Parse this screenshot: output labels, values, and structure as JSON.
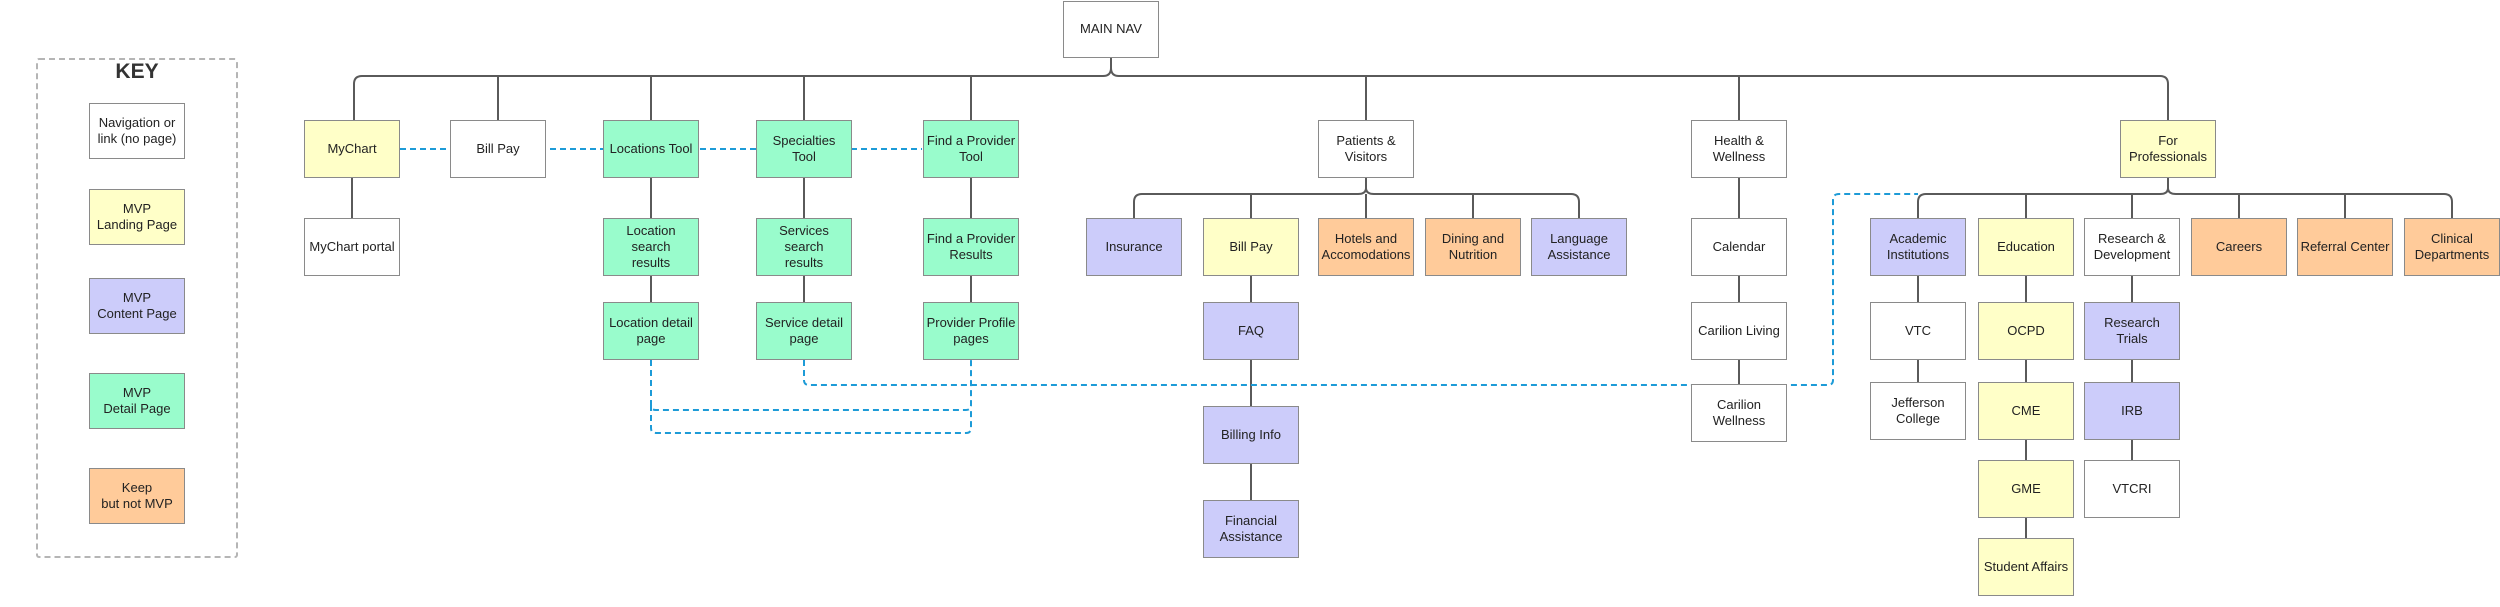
{
  "key": {
    "title": "KEY",
    "items": [
      {
        "label": "Navigation or\nlink (no page)",
        "type": "nav"
      },
      {
        "label": "MVP\nLanding Page",
        "type": "land"
      },
      {
        "label": "MVP\nContent Page",
        "type": "cont"
      },
      {
        "label": "MVP\nDetail Page",
        "type": "det"
      },
      {
        "label": "Keep\nbut not MVP",
        "type": "keep"
      }
    ]
  },
  "colors": {
    "nav": "#ffffff",
    "land": "#ffffc8",
    "cont": "#ccccfa",
    "det": "#99fccc",
    "keep": "#ffcb9a",
    "line": "#5a5a5a",
    "dashed": "#1d9bd7"
  },
  "nodes": {
    "main_nav": "MAIN NAV",
    "mychart": "MyChart",
    "mychart_portal": "MyChart portal",
    "bill_pay": "Bill Pay",
    "locations_tool": "Locations Tool",
    "location_search_results": "Location search\nresults",
    "location_detail_page": "Location detail\npage",
    "specialties_tool": "Specialties Tool",
    "services_search_results": "Services search\nresults",
    "service_detail_page": "Service detail\npage",
    "find_a_provider_tool": "Find a Provider\nTool",
    "find_a_provider_results": "Find a Provider\nResults",
    "provider_profile_pages": "Provider Profile\npages",
    "patients_visitors": "Patients &\nVisitors",
    "insurance": "Insurance",
    "pv_bill_pay": "Bill Pay",
    "faq": "FAQ",
    "billing_info": "Billing Info",
    "financial_assistance": "Financial\nAssistance",
    "hotels": "Hotels and\nAccomodations",
    "dining": "Dining and\nNutrition",
    "language": "Language\nAssistance",
    "health_wellness": "Health &\nWellness",
    "calendar": "Calendar",
    "carilion_living": "Carilion Living",
    "carilion_wellness": "Carilion\nWellness",
    "for_professionals": "For\nProfessionals",
    "academic_institutions": "Academic\nInstitutions",
    "vtc": "VTC",
    "jefferson_college": "Jefferson\nCollege",
    "education": "Education",
    "ocpd": "OCPD",
    "cme": "CME",
    "gme": "GME",
    "student_affairs": "Student Affairs",
    "research_development": "Research &\nDevelopment",
    "research_trials": "Research Trials",
    "irb": "IRB",
    "vtcri": "VTCRI",
    "careers": "Careers",
    "referral_center": "Referral Center",
    "clinical_departments": "Clinical\nDepartments"
  }
}
